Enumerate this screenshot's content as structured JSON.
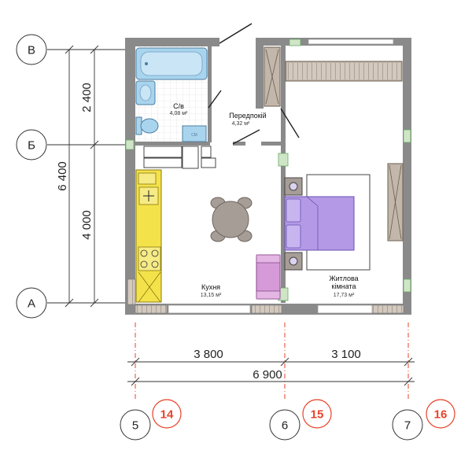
{
  "axes": {
    "rows": [
      {
        "label": "В"
      },
      {
        "label": "Б"
      },
      {
        "label": "А"
      }
    ],
    "columns": [
      {
        "label": "5",
        "ref": "14"
      },
      {
        "label": "6",
        "ref": "15"
      },
      {
        "label": "7",
        "ref": "16"
      }
    ]
  },
  "dimensions": {
    "vertical_total": "6 400",
    "vertical_top": "2 400",
    "vertical_bottom": "4 000",
    "horizontal_left": "3 800",
    "horizontal_right": "3 100",
    "horizontal_total": "6 900"
  },
  "rooms": {
    "bathroom": {
      "name": "С/в",
      "area": "4,08 м²"
    },
    "hallway": {
      "name": "Передпокій",
      "area": "4,32 м²"
    },
    "kitchen": {
      "name": "Кухня",
      "area": "13,15 м²"
    },
    "living": {
      "name": "Житлова кімната",
      "name_line1": "Житлова",
      "name_line2": "кімната",
      "area": "17,73 м²"
    }
  },
  "colors": {
    "wall": "#8a8a8a",
    "bath": "#a9d4ee",
    "kitchen": "#f3e24a",
    "bed": "#b49ae6",
    "armchair": "#d69ad8",
    "wardrobe": "#c2b7aa",
    "accent_red": "#e8432a"
  }
}
